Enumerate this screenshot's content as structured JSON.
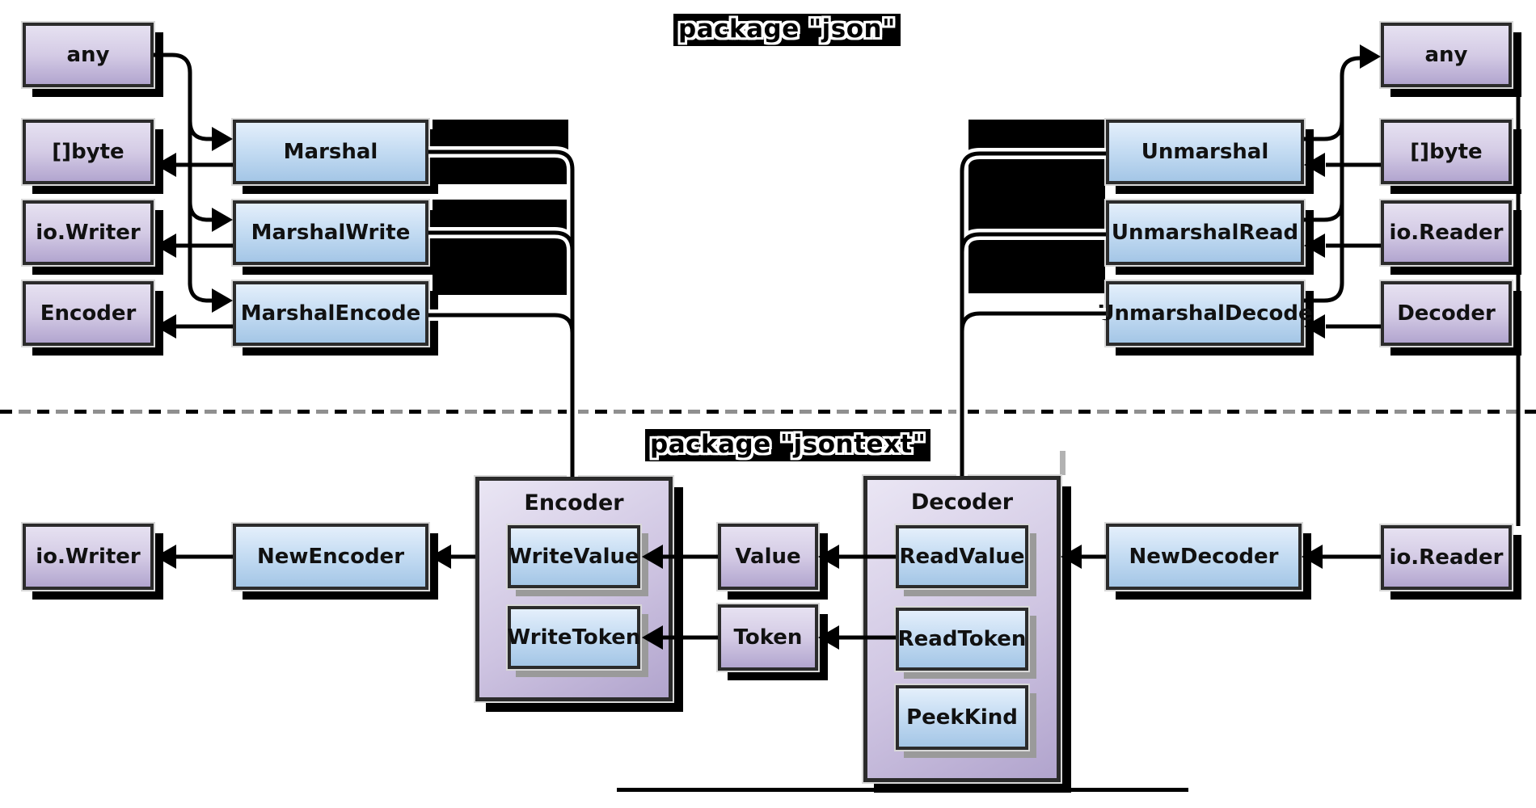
{
  "titles": {
    "json": "package \"json\"",
    "jsontext": "package \"jsontext\""
  },
  "json_pkg": {
    "left_types": [
      "any",
      "[]byte",
      "io.Writer",
      "Encoder"
    ],
    "marshal_funcs": [
      "Marshal",
      "MarshalWrite",
      "MarshalEncode"
    ],
    "unmarshal_funcs": [
      "Unmarshal",
      "UnmarshalRead",
      "UnmarshalDecode"
    ],
    "right_types": [
      "any",
      "[]byte",
      "io.Reader",
      "Decoder"
    ]
  },
  "jsontext_pkg": {
    "io_writer": "io.Writer",
    "new_encoder": "NewEncoder",
    "encoder": {
      "title": "Encoder",
      "methods": [
        "WriteValue",
        "WriteToken"
      ]
    },
    "value": "Value",
    "token": "Token",
    "decoder": {
      "title": "Decoder",
      "methods": [
        "ReadValue",
        "ReadToken",
        "PeekKind"
      ]
    },
    "new_decoder": "NewDecoder",
    "io_reader": "io.Reader"
  },
  "colors": {
    "type_box_top": "#e6e1f1",
    "type_box_bottom": "#b2a5cf",
    "func_box_top": "#e4effb",
    "func_box_bottom": "#a4c6e6",
    "box_border": "#2b2b2b",
    "box_shadow": "#000000",
    "method_shadow": "#9a9a9a",
    "dash_black": "#000000",
    "dash_gray": "#8f8f8f",
    "title_bg": "#000000",
    "title_outline": "#ffffff"
  }
}
